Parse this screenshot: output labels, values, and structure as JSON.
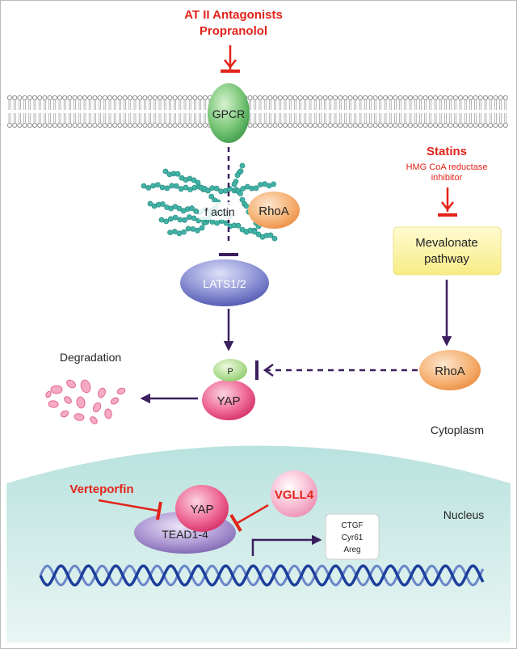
{
  "drugs": {
    "at2_line1": "AT II Antagonists",
    "at2_line2": "Propranolol",
    "statins_title": "Statins",
    "statins_sub1": "HMG CoA reductase",
    "statins_sub2": "inhibitor",
    "verteporfin": "Verteporfin"
  },
  "nodes": {
    "gpcr": "GPCR",
    "f_actin": "f actin",
    "rhoa_top": "RhoA",
    "lats": "LATS1/2",
    "mevalonate_line1": "Mevalonate",
    "mevalonate_line2": "pathway",
    "rhoa_mid": "RhoA",
    "phospho": "P",
    "yap_cyto": "YAP",
    "degradation": "Degradation",
    "yap_nuc": "YAP",
    "tead": "TEAD1-4",
    "vgll4": "VGLL4"
  },
  "compartments": {
    "cytoplasm": "Cytoplasm",
    "nucleus": "Nucleus"
  },
  "targets": [
    "CTGF",
    "Cyr61",
    "Areg"
  ],
  "colors": {
    "drug_red": "#e2231a",
    "arrow_purple": "#3b1f5e",
    "gpcr_green": "#5fb85f",
    "actin_teal": "#36a59a",
    "rhoa_orange": "#f3a866",
    "lats_blue": "#6c73c4",
    "mevalonate_yellow": "#fbf39c",
    "yap_pink": "#e8457a",
    "phospho_green": "#9fd47a",
    "tead_lilac": "#9d86c4",
    "nucleus_teal": "#b8e0dc",
    "dna_blue": "#1d3f9c"
  }
}
